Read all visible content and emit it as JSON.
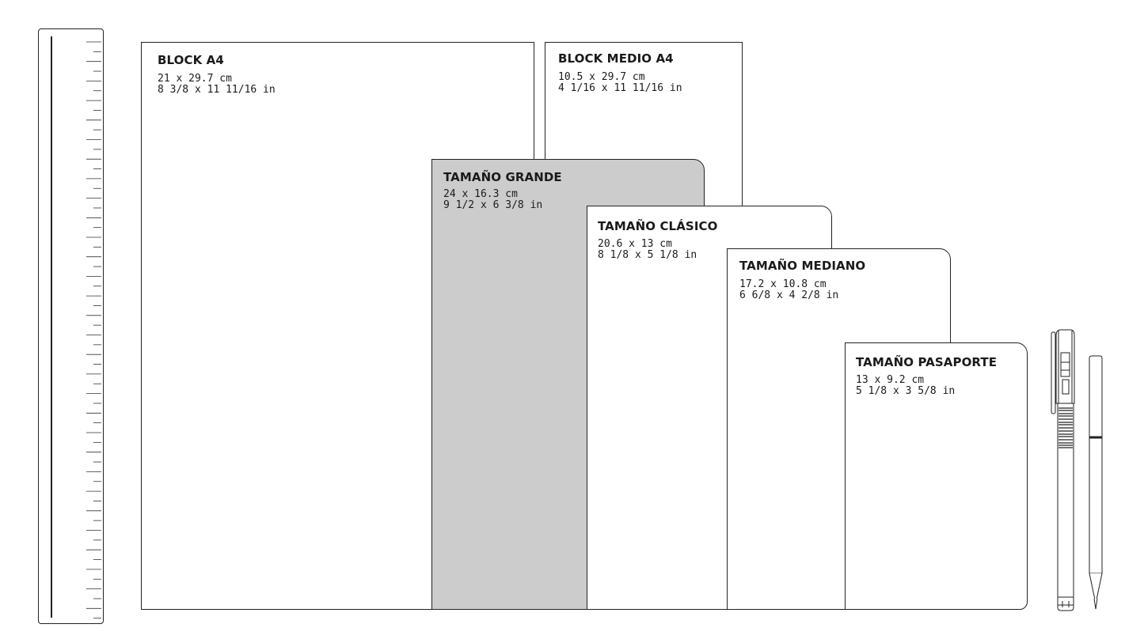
{
  "notebooks": [
    {
      "id": "block-a4",
      "title": "BLOCK A4",
      "cm": "21 x 29.7 cm",
      "in": "8 3/8 x 11 11/16 in",
      "fill": "#ffffff"
    },
    {
      "id": "block-medio-a4",
      "title": "BLOCK MEDIO A4",
      "cm": "10.5 x 29.7 cm",
      "in": "4 1/16 x 11 11/16 in",
      "fill": "#ffffff"
    },
    {
      "id": "tamano-grande",
      "title": "TAMAÑO GRANDE",
      "cm": "24 x 16.3 cm",
      "in": "9 1/2 x 6 3/8 in",
      "fill": "#cccccc"
    },
    {
      "id": "tamano-clasico",
      "title": "TAMAÑO CLÁSICO",
      "cm": "20.6 x 13 cm",
      "in": "8 1/8 x 5 1/8 in",
      "fill": "#ffffff"
    },
    {
      "id": "tamano-mediano",
      "title": "TAMAÑO MEDIANO",
      "cm": "17.2 x 10.8 cm",
      "in": "6 6/8 x 4 2/8 in",
      "fill": "#ffffff"
    },
    {
      "id": "tamano-pasaporte",
      "title": "TAMAÑO PASAPORTE",
      "cm": "13 x 9.2 cm",
      "in": "5 1/8 x 3 5/8 in",
      "fill": "#ffffff"
    }
  ],
  "icons": {
    "ruler": "ruler-icon",
    "pen": "pen-icon",
    "pencil": "pencil-icon"
  },
  "colors": {
    "stroke": "#222222",
    "highlight": "#cccccc"
  }
}
